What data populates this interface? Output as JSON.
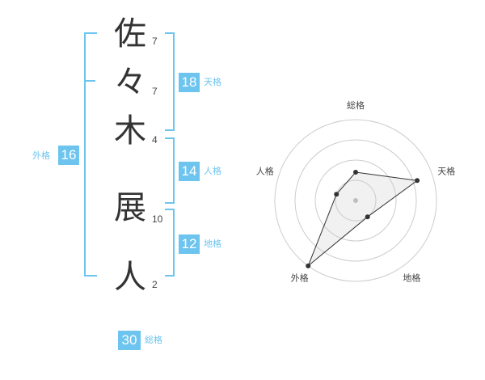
{
  "name": {
    "chars": [
      {
        "char": "佐",
        "strokes": "7"
      },
      {
        "char": "々",
        "strokes": "7"
      },
      {
        "char": "木",
        "strokes": "4"
      },
      {
        "char": "展",
        "strokes": "10"
      },
      {
        "char": "人",
        "strokes": "2"
      }
    ]
  },
  "fortunes": {
    "tenkaku": {
      "value": "18",
      "label": "天格"
    },
    "jinkaku": {
      "value": "14",
      "label": "人格"
    },
    "chikaku": {
      "value": "12",
      "label": "地格"
    },
    "gaikaku": {
      "value": "16",
      "label": "外格"
    },
    "soukaku": {
      "value": "30",
      "label": "総格"
    }
  },
  "chart_data": {
    "type": "radar",
    "axes": [
      "総格",
      "天格",
      "地格",
      "外格",
      "人格"
    ],
    "values": [
      0.35,
      0.8,
      0.25,
      1.0,
      0.25
    ],
    "rings": 4,
    "max": 1.0
  },
  "colors": {
    "accent": "#6cc4ef",
    "text": "#333333"
  }
}
